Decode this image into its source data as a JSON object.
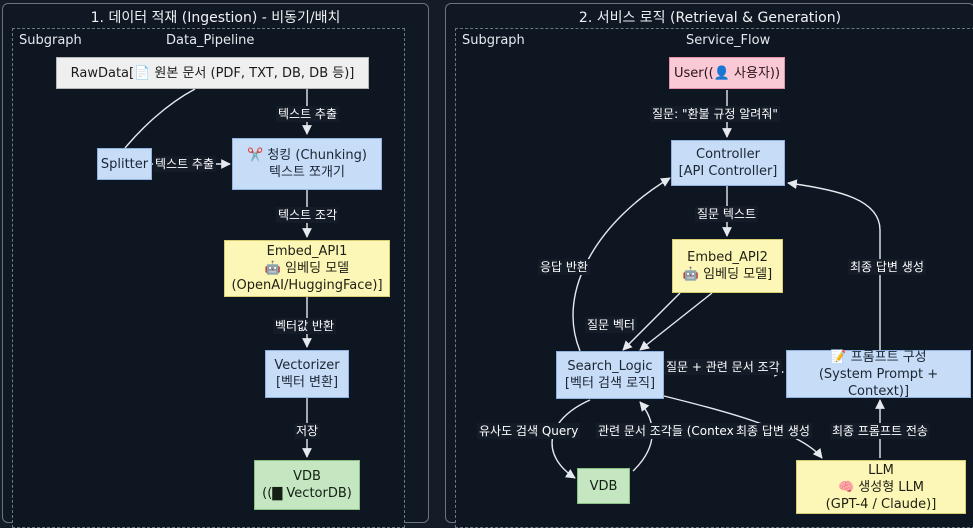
{
  "left_panel": {
    "title": "1. 데이터 적재 (Ingestion) - 비동기/배치",
    "subgraph_label": "Subgraph",
    "subgraph_name": "Data_Pipeline",
    "nodes": {
      "rawdata": "RawData[📄 원본 문서 (PDF, TXT, DB, DB 등)]",
      "splitter": "Splitter",
      "chunking_line1": "✂️ 청킹 (Chunking)",
      "chunking_line2": "텍스트 쪼개기",
      "embed1_line1": "Embed_API1",
      "embed1_line2": "🤖 임베딩 모델",
      "embed1_line3": "(OpenAI/HuggingFace)]",
      "vectorizer_line1": "Vectorizer",
      "vectorizer_line2": "[벡터 변환]",
      "vdb_line1": "VDB",
      "vdb_line2": "((▇ VectorDB)"
    },
    "edges": {
      "raw_to_chunk": "텍스트 추출",
      "splitter_to_chunk": "텍스트 추출",
      "chunk_to_embed": "텍스트 조각",
      "embed_to_vectorizer": "벡터값 반환",
      "vectorizer_to_vdb": "저장"
    }
  },
  "right_panel": {
    "title": "2. 서비스 로직 (Retrieval & Generation)",
    "subgraph_label": "Subgraph",
    "subgraph_name": "Service_Flow",
    "nodes": {
      "user": "User((👤 사용자))",
      "controller_line1": "Controller",
      "controller_line2": "[API Controller]",
      "embed2_line1": "Embed_API2",
      "embed2_line2": "🤖 임베딩 모델]",
      "search_line1": "Search_Logic",
      "search_line2": "[벡터 검색 로직]",
      "prompt_line1": "📝 프롬프트 구성",
      "prompt_line2": "(System Prompt + Context)]",
      "vdb": "VDB",
      "llm_line1": "LLM",
      "llm_line2": "🧠 생성형 LLM",
      "llm_line3": "(GPT-4 / Claude)]"
    },
    "edges": {
      "user_to_controller": "질문: \"환불 규정 알려줘\"",
      "controller_to_embed": "질문 텍스트",
      "search_to_controller": "응답 반환",
      "embed_to_search": "질문 벡터",
      "search_to_prompt": "질문 + 관련 문서 조각",
      "prompt_to_controller": "최종 답변 생성",
      "search_to_vdb": "유사도 검색 Query",
      "vdb_to_search": "관련 문서 조각들 (Context)",
      "llm_answer": "최종 답변 생성",
      "llm_prompt": "최종 프롬프트 전송"
    }
  },
  "colors": {
    "background": "#141c28",
    "blue_node": "#c6dcf7",
    "yellow_node": "#fcf7b6",
    "green_node": "#c4e6c1",
    "pink_node": "#f9c9d6",
    "white_node": "#efefef",
    "edge": "#e6e9ee"
  }
}
